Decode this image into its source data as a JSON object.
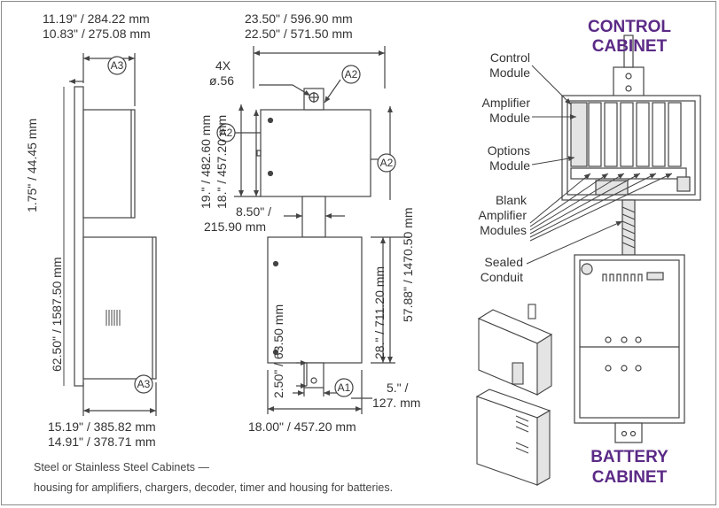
{
  "dimensions": {
    "side_top_w1": "11.19\" / 284.22 mm",
    "side_top_w2": "10.83\" / 275.08 mm",
    "front_top_w1": "23.50\" / 596.90 mm",
    "front_top_w2": "22.50\" / 571.50 mm",
    "hole_count": "4X",
    "hole_dia": "ø.56",
    "side_gap": "1.75\" / 44.45 mm",
    "side_total_h": "62.50\" / 1587.50 mm",
    "upper_h1": "19.\" / 482.60 mm",
    "upper_h2": "18.\" / 457.20 mm",
    "overall_h": "57.88\" / 1470.50 mm",
    "post_w_line1": "8.50\" /",
    "post_w_line2": "215.90 mm",
    "lower_h": "28.\" / 711.20 mm",
    "base_h": "2.50\" / 63.50 mm",
    "foot_w_line1": "5.\" /",
    "foot_w_line2": "127. mm",
    "side_bot_w1": "15.19\" / 385.82 mm",
    "side_bot_w2": "14.91\" / 378.71 mm",
    "front_bot_w": "18.00\" / 457.20 mm"
  },
  "callouts": {
    "a1": "A1",
    "a2": "A2",
    "a3": "A3"
  },
  "titles": {
    "control_line1": "CONTROL",
    "control_line2": "CABINET",
    "battery_line1": "BATTERY",
    "battery_line2": "CABINET"
  },
  "labels": {
    "control_module_1": "Control",
    "control_module_2": "Module",
    "amplifier_module_1": "Amplifier",
    "amplifier_module_2": "Module",
    "options_module_1": "Options",
    "options_module_2": "Module",
    "blank_1": "Blank",
    "blank_2": "Amplifier",
    "blank_3": "Modules",
    "sealed_1": "Sealed",
    "sealed_2": "Conduit"
  },
  "caption": {
    "line1": "Steel or Stainless Steel Cabinets —",
    "line2": "housing for amplifiers, chargers, decoder, timer and housing for batteries."
  },
  "colors": {
    "title": "#5b2a86",
    "line": "#444444",
    "text": "#333333",
    "cabinet_fill": "#ffffff",
    "cabinet_shade": "#e4e4e4"
  }
}
